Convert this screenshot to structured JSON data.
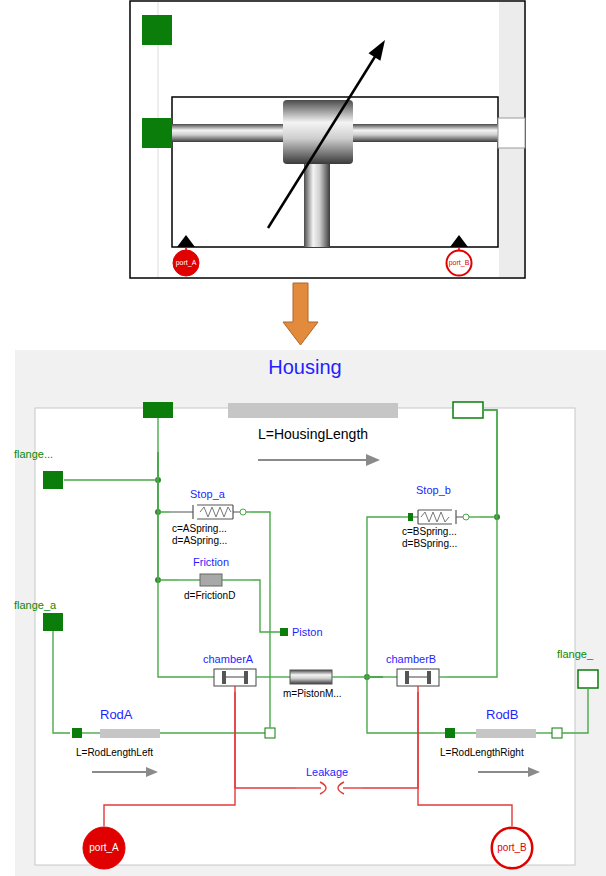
{
  "diagram": {
    "nodes": [
      {
        "text": [
          "port_A"
        ]
      },
      {
        "text": [
          "port_B"
        ]
      },
      {
        "text": [
          "Housing",
          "L=HousingLength"
        ]
      },
      {
        "text": [
          "flange..."
        ]
      },
      {
        "text": [
          "Stop_a",
          "c=ASpring...",
          "d=ASpring..."
        ]
      },
      {
        "text": [
          "Stop_b",
          "c=BSpring...",
          "d=BSpring..."
        ]
      },
      {
        "text": [
          "Friction",
          "d=FrictionD"
        ]
      },
      {
        "text": [
          "flange_a"
        ]
      },
      {
        "text": [
          "chamberA"
        ]
      },
      {
        "text": [
          "Piston",
          "m=PistonM..."
        ]
      },
      {
        "text": [
          "chamberB"
        ]
      },
      {
        "text": [
          "flange_"
        ]
      },
      {
        "text": [
          "RodA",
          "L=RodLengthLeft"
        ]
      },
      {
        "text": [
          "RodB",
          "L=RodLengthRight"
        ]
      },
      {
        "text": [
          "Leakage"
        ]
      },
      {
        "text": [
          "port_A"
        ]
      },
      {
        "text": [
          "port_B"
        ]
      }
    ],
    "edges": [
      {
        "from": 2,
        "to": 3,
        "arrow": "none"
      },
      {
        "from": 2,
        "to": 4,
        "arrow": "none"
      },
      {
        "from": 2,
        "to": 6,
        "arrow": "none"
      },
      {
        "from": 2,
        "to": 8,
        "arrow": "none"
      },
      {
        "from": 2,
        "to": 5,
        "arrow": "none"
      },
      {
        "from": 2,
        "to": 10,
        "arrow": "none"
      },
      {
        "from": 4,
        "to": 12,
        "arrow": "none"
      },
      {
        "from": 6,
        "to": 9,
        "arrow": "none"
      },
      {
        "from": 8,
        "to": 9,
        "arrow": "none"
      },
      {
        "from": 9,
        "to": 10,
        "arrow": "none"
      },
      {
        "from": 5,
        "to": 10,
        "arrow": "none"
      },
      {
        "from": 13,
        "to": 10,
        "arrow": "none"
      },
      {
        "from": 7,
        "to": 12,
        "arrow": "none"
      },
      {
        "from": 11,
        "to": 13,
        "arrow": "none"
      },
      {
        "from": 15,
        "to": 8,
        "arrow": "none"
      },
      {
        "from": 8,
        "to": 14,
        "arrow": "none"
      },
      {
        "from": 14,
        "to": 10,
        "arrow": "none"
      },
      {
        "from": 16,
        "to": 10,
        "arrow": "none"
      }
    ]
  }
}
